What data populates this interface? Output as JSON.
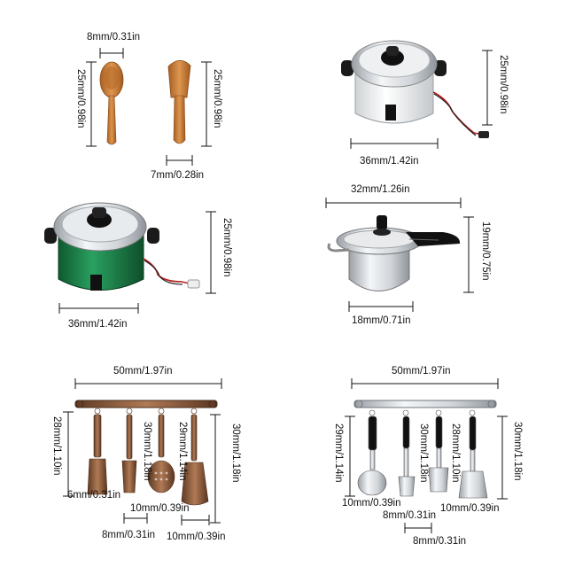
{
  "dimensions": {
    "spoon_width": "8mm/0.31in",
    "spoon_height": "25mm/0.98in",
    "spatula_height": "25mm/0.98in",
    "spatula_width": "7mm/0.28in",
    "white_cooker_height": "25mm/0.98in",
    "white_cooker_width": "36mm/1.42in",
    "green_cooker_height": "25mm/0.98in",
    "green_cooker_width": "36mm/1.42in",
    "pressure_cooker_width": "32mm/1.26in",
    "pressure_cooker_height": "19mm/0.75in",
    "pressure_cooker_base": "18mm/0.71in",
    "bronze_rack_width": "50mm/1.97in",
    "bronze_set_height": "28mm/1.10in",
    "bronze_tool_a_height": "30mm/1.18in",
    "bronze_tool_b_height": "29mm/1.14in",
    "bronze_tool_c_height": "30mm/1.18in",
    "bronze_tool_w1": "6mm/0.31in",
    "bronze_tool_w2": "10mm/0.39in",
    "bronze_tool_w3": "8mm/0.31in",
    "bronze_tool_w4": "10mm/0.39in",
    "silver_rack_width": "50mm/1.97in",
    "silver_tool_a_height": "29mm/1.14in",
    "silver_tool_b_height": "30mm/1.18in",
    "silver_tool_c_height": "28mm/1.10in",
    "silver_set_height": "30mm/1.18in",
    "silver_tool_w1": "10mm/0.39in",
    "silver_tool_w2": "8mm/0.31in",
    "silver_tool_w3": "10mm/0.39in",
    "silver_tool_w4": "8mm/0.31in"
  },
  "colors": {
    "wood": "#c97f3c",
    "green_body": "#1f7a45",
    "silver": "#d9dde2",
    "bronze": "#8a5a3c",
    "knob": "#1a1a1a"
  }
}
